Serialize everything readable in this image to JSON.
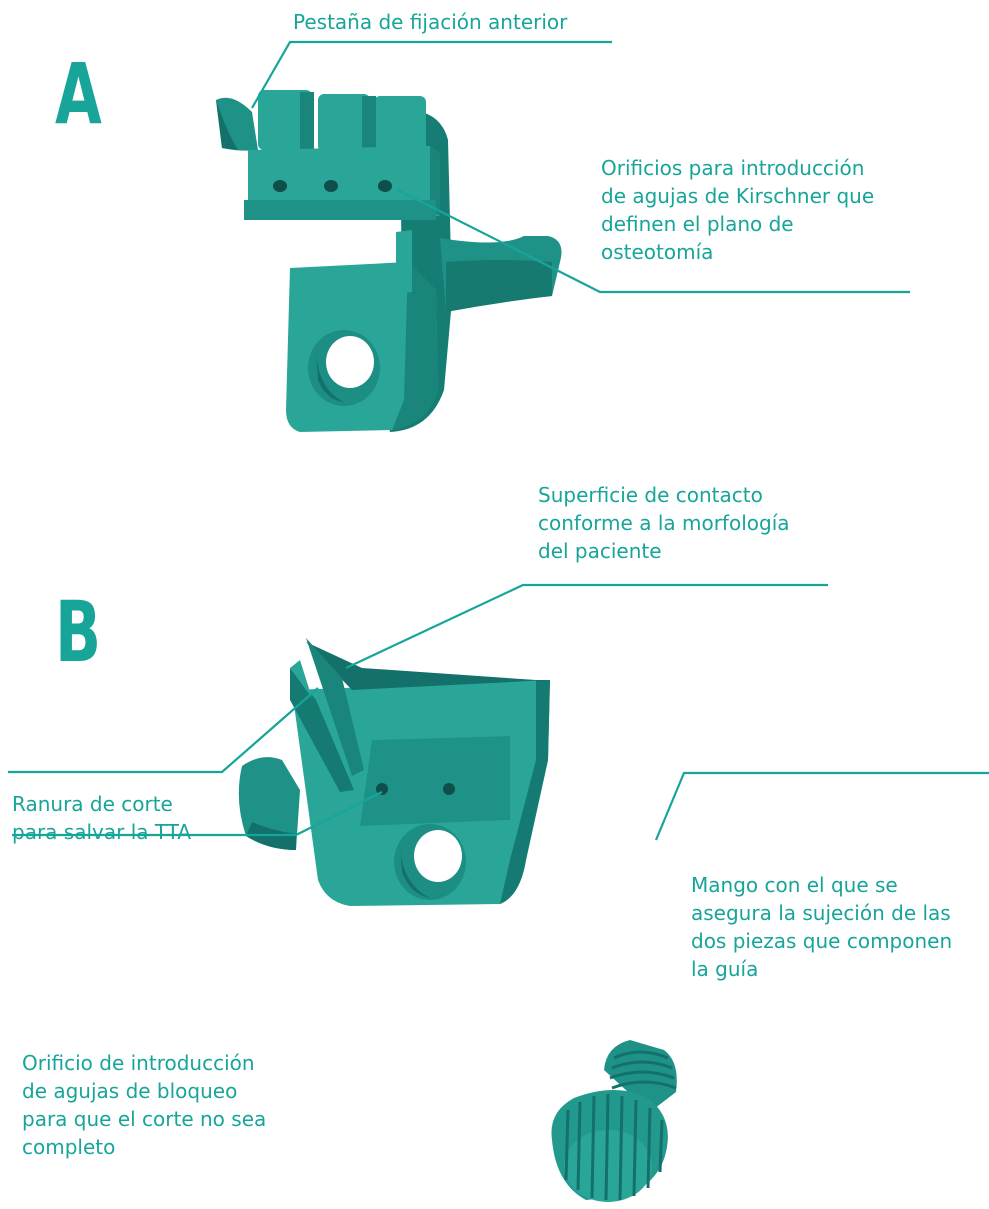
{
  "panels": {
    "a": {
      "letter": "A"
    },
    "b": {
      "letter": "B"
    }
  },
  "labels": {
    "anterior_tab": "Pestaña de fijación anterior",
    "kirschner_holes": [
      "Orificios para introducción",
      "de agujas de Kirschner que",
      "definen el plano de",
      "osteotomía"
    ],
    "contact_surface": [
      "Superficie de contacto",
      "conforme a la morfología",
      "del paciente"
    ],
    "cutting_slot": [
      "Ranura de corte",
      "para salvar la TTA"
    ],
    "handle": [
      "Mango con el que se",
      "asegura la sujeción de las",
      "dos piezas que componen",
      "la guía"
    ],
    "blocking_hole": [
      "Orificio de introducción",
      "de agujas de bloqueo",
      "para que el corte no sea",
      "completo"
    ]
  },
  "colors": {
    "accent": "#17a59a",
    "part_main": "#1f9287",
    "part_light": "#2aa699",
    "part_dark": "#14706a",
    "hole": "#0e4e4b"
  }
}
